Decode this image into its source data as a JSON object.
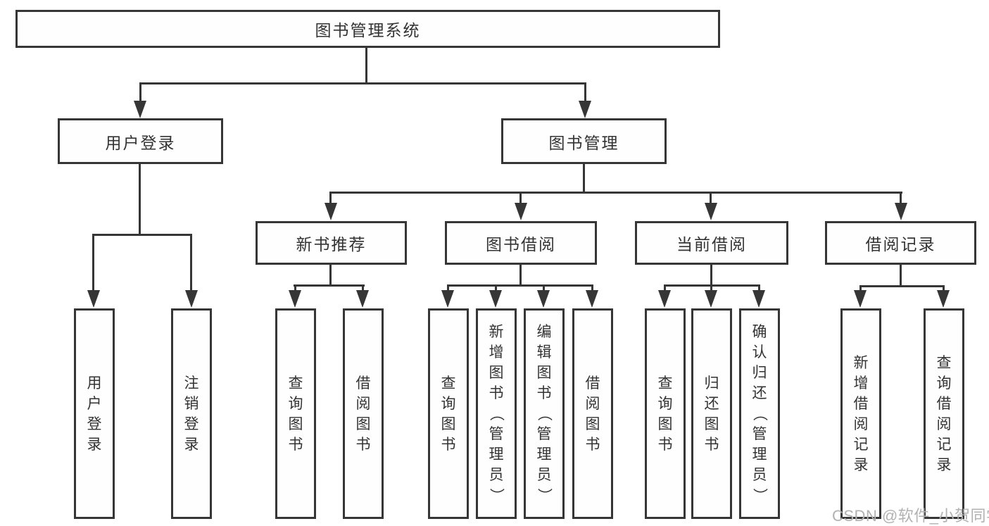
{
  "tree": {
    "root": "图书管理系统",
    "branches": [
      {
        "label": "用户登录",
        "children": [
          "用户登录",
          "注销登录"
        ]
      },
      {
        "label": "图书管理",
        "groups": [
          {
            "label": "新书推荐",
            "children": [
              "查询图书",
              "借阅图书"
            ]
          },
          {
            "label": "图书借阅",
            "children": [
              "查询图书",
              "新增图书（管理员）",
              "编辑图书（管理员）",
              "借阅图书"
            ]
          },
          {
            "label": "当前借阅",
            "children": [
              "查询图书",
              "归还图书",
              "确认归还（管理员）"
            ]
          },
          {
            "label": "借阅记录",
            "children": [
              "新增借阅记录",
              "查询借阅记录"
            ]
          }
        ]
      }
    ]
  },
  "watermark": "CSDN @软件_小贺同学",
  "colors": {
    "line": "#363636",
    "text": "#333333",
    "watermark": "#b2b2b2",
    "background": "#ffffff"
  }
}
